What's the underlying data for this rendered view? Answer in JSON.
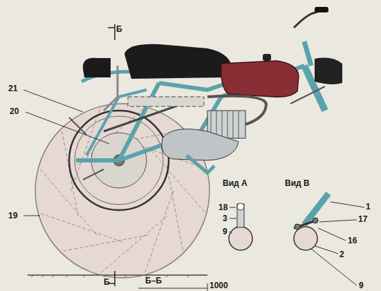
{
  "diagram": {
    "labels": [
      "Б",
      "21",
      "20",
      "19",
      "Вид А",
      "Вид В",
      "18",
      "3",
      "9",
      "1",
      "17",
      "16",
      "2",
      "9",
      "Б",
      "Б–Б",
      "1000"
    ]
  }
}
